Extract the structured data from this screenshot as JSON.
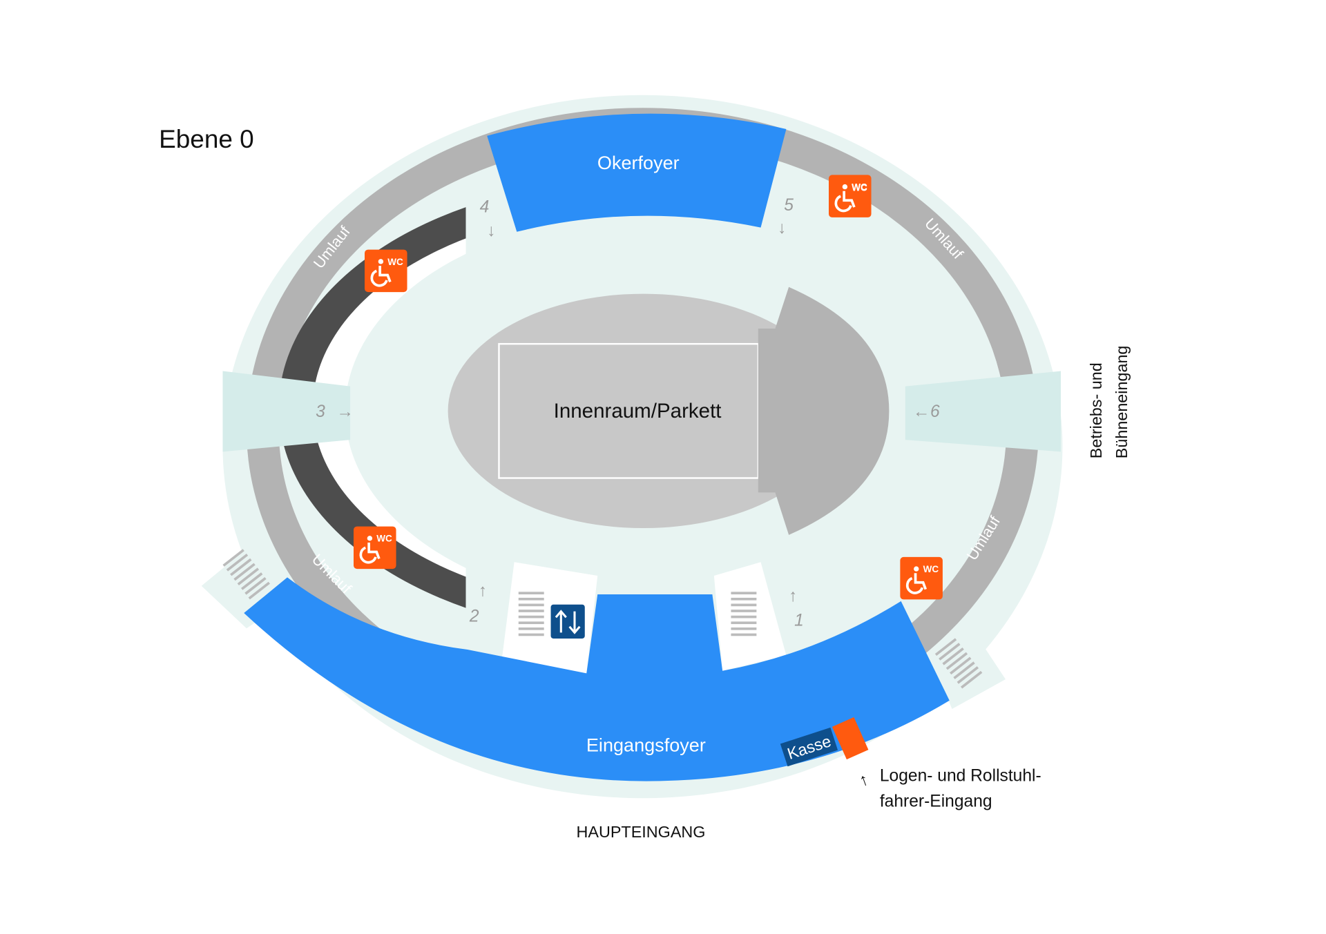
{
  "level_title": "Ebene 0",
  "areas": {
    "upper_foyer": "Okerfoyer",
    "arena": "Innenraum/Parkett",
    "entrance_foyer": "Eingangsfoyer",
    "corridor": "Umlauf"
  },
  "ticket_office": "Kasse",
  "gates": [
    "1",
    "2",
    "3",
    "4",
    "5",
    "6"
  ],
  "wc_label": "WC",
  "main_entrance": "HAUPTEINGANG",
  "box_entrance": [
    "Logen- und Rollstuhl-",
    "fahrer-Eingang"
  ],
  "stage_entrance": [
    "Betriebs- und",
    "Bühneneingang"
  ],
  "colors": {
    "foyer_blue": "#2b8ef7",
    "wc_orange": "#ff5a0f",
    "dark_blue": "#0e4f8c",
    "corridor_gray": "#b3b3b3",
    "dark_gray": "#4d4d4d",
    "pale": "#e8f4f2"
  }
}
